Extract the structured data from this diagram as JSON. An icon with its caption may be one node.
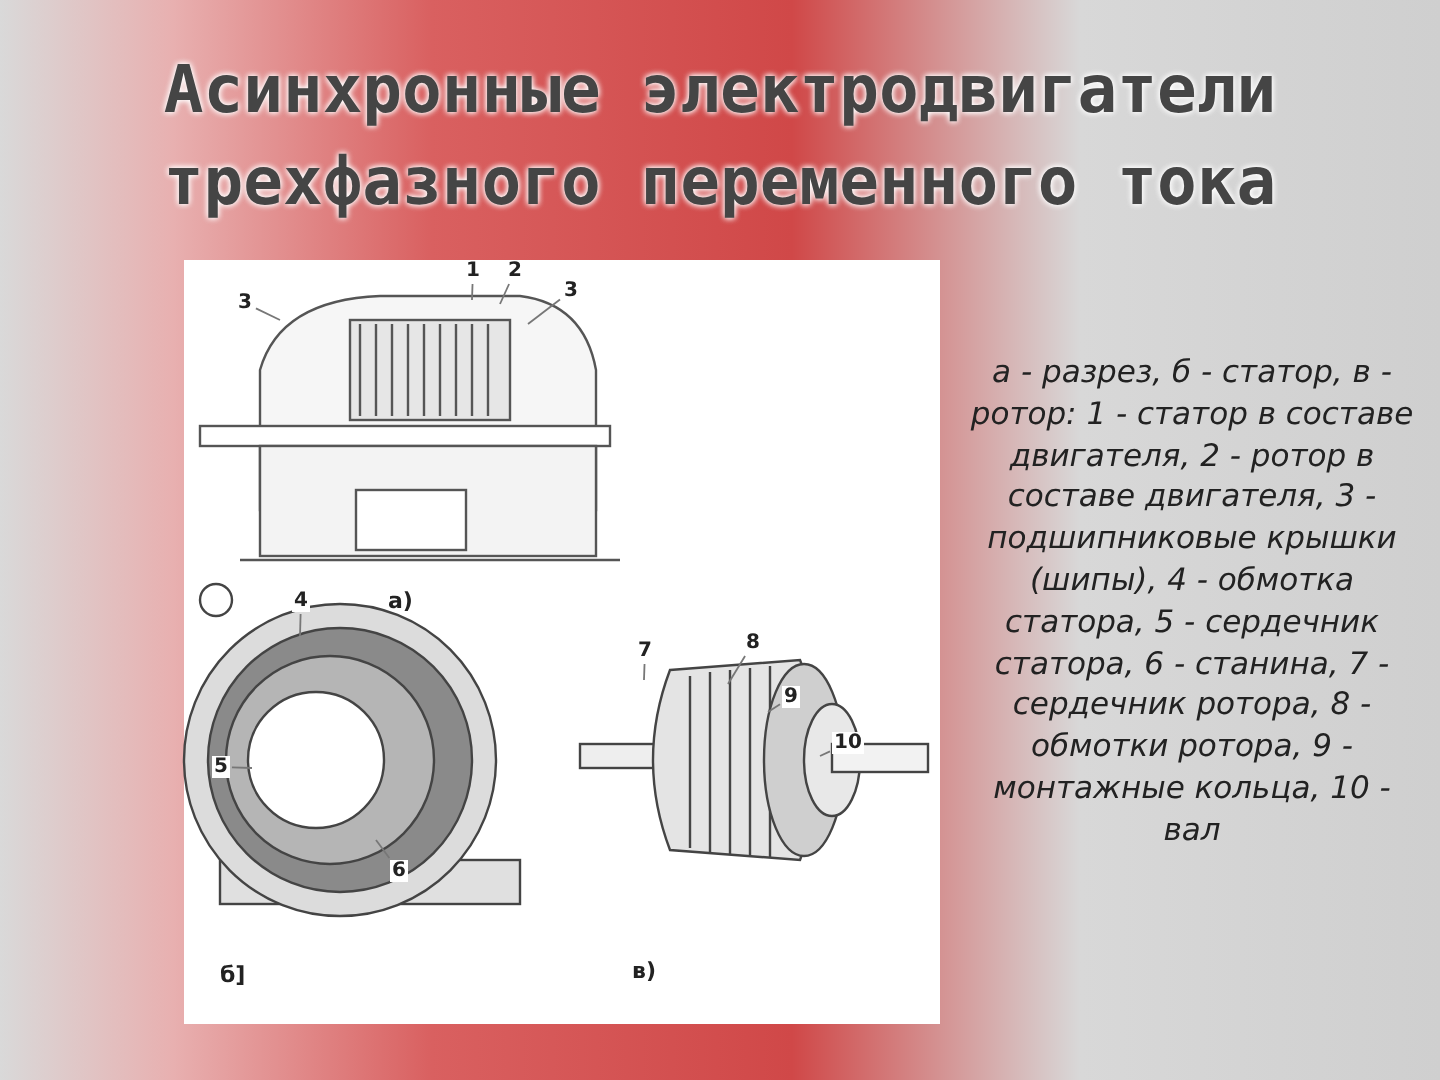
{
  "diagram": {
    "title": "Асинхронные электродвигатели трехфазного переменного тока",
    "caption": "а - разрез, б - статор, в - ротор: 1 - статор в составе двигателя, 2 - ротор в составе двигателя, 3 - подшипниковые крышки (шипы), 4 - обмотка статора, 5 - сердечник статора, 6 - станина, 7 - сердечник ротора, 8 - обмотки ротора, 9 - монтажные кольца, 10 - вал",
    "nodes": [
      {
        "text": [
          "3"
        ]
      },
      {
        "text": [
          "1"
        ]
      },
      {
        "text": [
          "2"
        ]
      },
      {
        "text": [
          "3"
        ]
      },
      {
        "text": [
          "4"
        ]
      },
      {
        "text": [
          "5"
        ]
      },
      {
        "text": [
          "6"
        ]
      },
      {
        "text": [
          "7"
        ]
      },
      {
        "text": [
          "8"
        ]
      },
      {
        "text": [
          "9"
        ]
      },
      {
        "text": [
          "10"
        ]
      }
    ],
    "edges": [
      {
        "from": 0,
        "to": null,
        "arrow": "none"
      },
      {
        "from": 1,
        "to": null,
        "arrow": "none"
      },
      {
        "from": 2,
        "to": null,
        "arrow": "none"
      },
      {
        "from": 3,
        "to": null,
        "arrow": "none"
      },
      {
        "from": 4,
        "to": null,
        "arrow": "none"
      },
      {
        "from": 5,
        "to": null,
        "arrow": "none"
      },
      {
        "from": 6,
        "to": null,
        "arrow": "none"
      },
      {
        "from": 7,
        "to": null,
        "arrow": "none"
      },
      {
        "from": 8,
        "to": null,
        "arrow": "none"
      },
      {
        "from": 9,
        "to": null,
        "arrow": "none"
      },
      {
        "from": 10,
        "to": null,
        "arrow": "none"
      }
    ],
    "labels": [
      "а)",
      "б]",
      "в)"
    ]
  }
}
